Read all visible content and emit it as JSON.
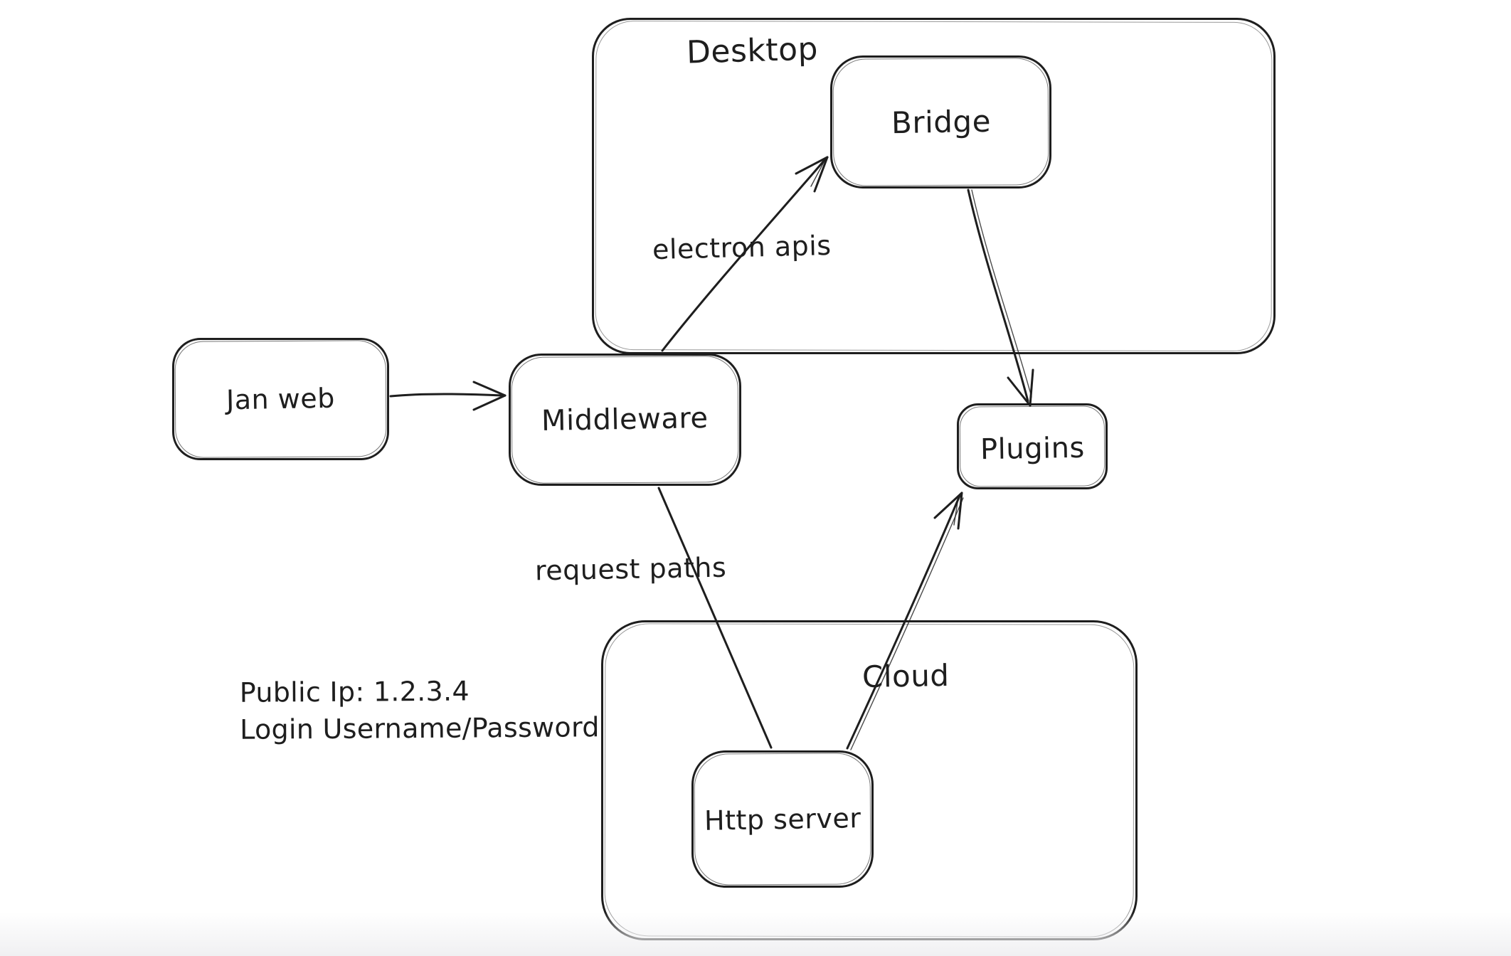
{
  "canvas": {
    "background": "#ffffff",
    "stroke_color": "#1e1e1e",
    "bottom_fade_color": "#f0f0f2"
  },
  "containers": {
    "desktop": {
      "label": "Desktop"
    },
    "cloud": {
      "label": "Cloud"
    }
  },
  "nodes": {
    "jan_web": {
      "label": "Jan web"
    },
    "middleware": {
      "label": "Middleware"
    },
    "bridge": {
      "label": "Bridge"
    },
    "plugins": {
      "label": "Plugins"
    },
    "http_server": {
      "label": "Http server"
    }
  },
  "edge_labels": {
    "electron_apis": {
      "label": "electron apis"
    },
    "request_paths": {
      "label": "request paths"
    }
  },
  "note": {
    "line1": "Public Ip: 1.2.3.4",
    "line2": "Login Username/Password"
  },
  "edges": [
    {
      "from": "Jan web",
      "to": "Middleware",
      "label": ""
    },
    {
      "from": "Middleware",
      "to": "Bridge",
      "label": "electron apis"
    },
    {
      "from": "Bridge",
      "to": "Plugins",
      "label": ""
    },
    {
      "from": "Middleware",
      "to": "Http server",
      "label": "request paths"
    },
    {
      "from": "Http server",
      "to": "Plugins",
      "label": ""
    }
  ]
}
